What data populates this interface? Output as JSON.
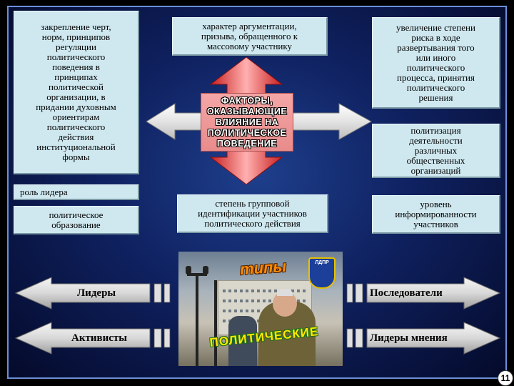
{
  "center": {
    "title": "ФАКТОРЫ,\nОКАЗЫВАЮЩИЕ\nВЛИЯНИЕ НА\nПОЛИТИЧЕСКОЕ\nПОВЕДЕНИЕ"
  },
  "boxes": {
    "left_top": "закрепление черт,\nнорм, принципов\nрегуляции\nполитического\nповедения в\nпринципах\nполитической\nорганизации, в\nпридании духовным\nориентирам\nполитического\nдействия\nинституциональной\nформы",
    "leader_role": "роль лидера",
    "political_education": "политическое\nобразование",
    "top_center": "характер аргументации,\nпризыва, обращенного к\nмассовому участнику",
    "bottom_center": "степень групповой\nидентификации участников\nполитического действия",
    "right_top": "увеличение степени\nриска в ходе\nразвертывания того\nили иного\nполитического\nпроцесса, принятия\nполитического\nрешения",
    "right_middle": "политизация\nдеятельности\nразличных\nобщественных\nорганизаций",
    "right_bottom": "уровень\nинформированности\nучастников"
  },
  "types": {
    "title": "типы",
    "leaders": "Лидеры",
    "followers": "Последователи",
    "activists": "Активисты",
    "opinion_leaders": "Лидеры мнения",
    "curved_text": "ПОЛИТИЧЕСКИЕ"
  },
  "logo_text": "ЛДПР",
  "page_number": "11",
  "colors": {
    "box": "#cfe8f0",
    "center": "#e98b8b",
    "background": "#0f2160",
    "types": "#ff8a00",
    "curved": "#ffe800"
  }
}
